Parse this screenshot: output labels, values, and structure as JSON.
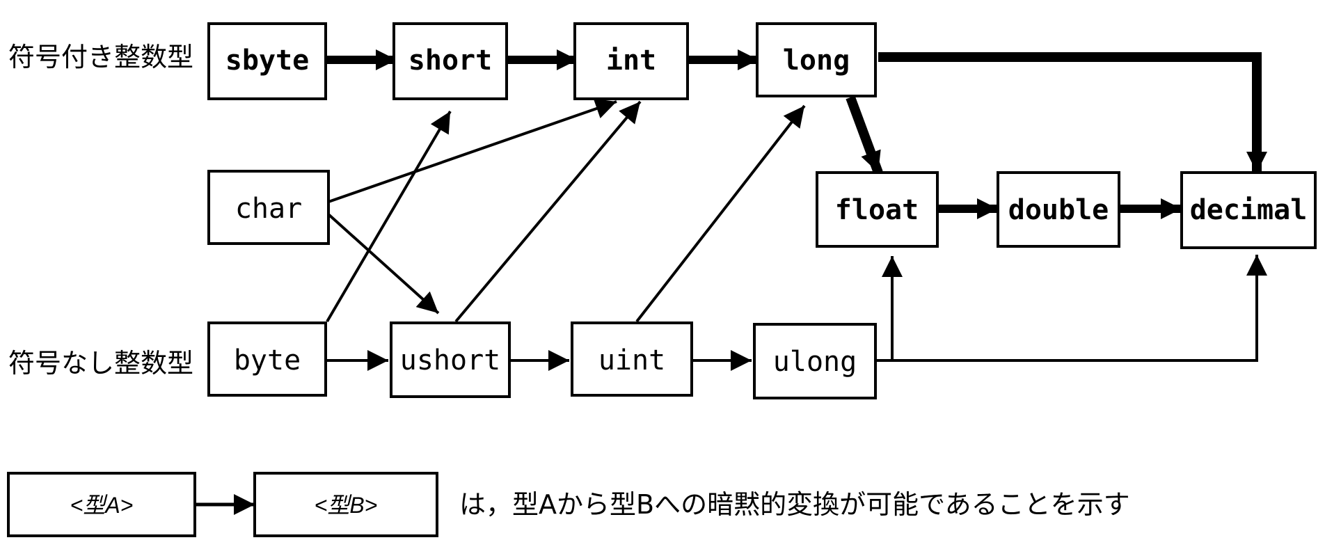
{
  "row_labels": {
    "signed": "符号付き整数型",
    "unsigned": "符号なし整数型"
  },
  "types": {
    "sbyte": "sbyte",
    "short": "short",
    "int": "int",
    "long": "long",
    "char": "char",
    "float": "float",
    "double": "double",
    "decimal": "decimal",
    "byte": "byte",
    "ushort": "ushort",
    "uint": "uint",
    "ulong": "ulong"
  },
  "legend": {
    "type_a": "<型A>",
    "type_b": "<型B>",
    "description": "は，型Aから型Bへの暗黙的変換が可能であることを示す"
  }
}
